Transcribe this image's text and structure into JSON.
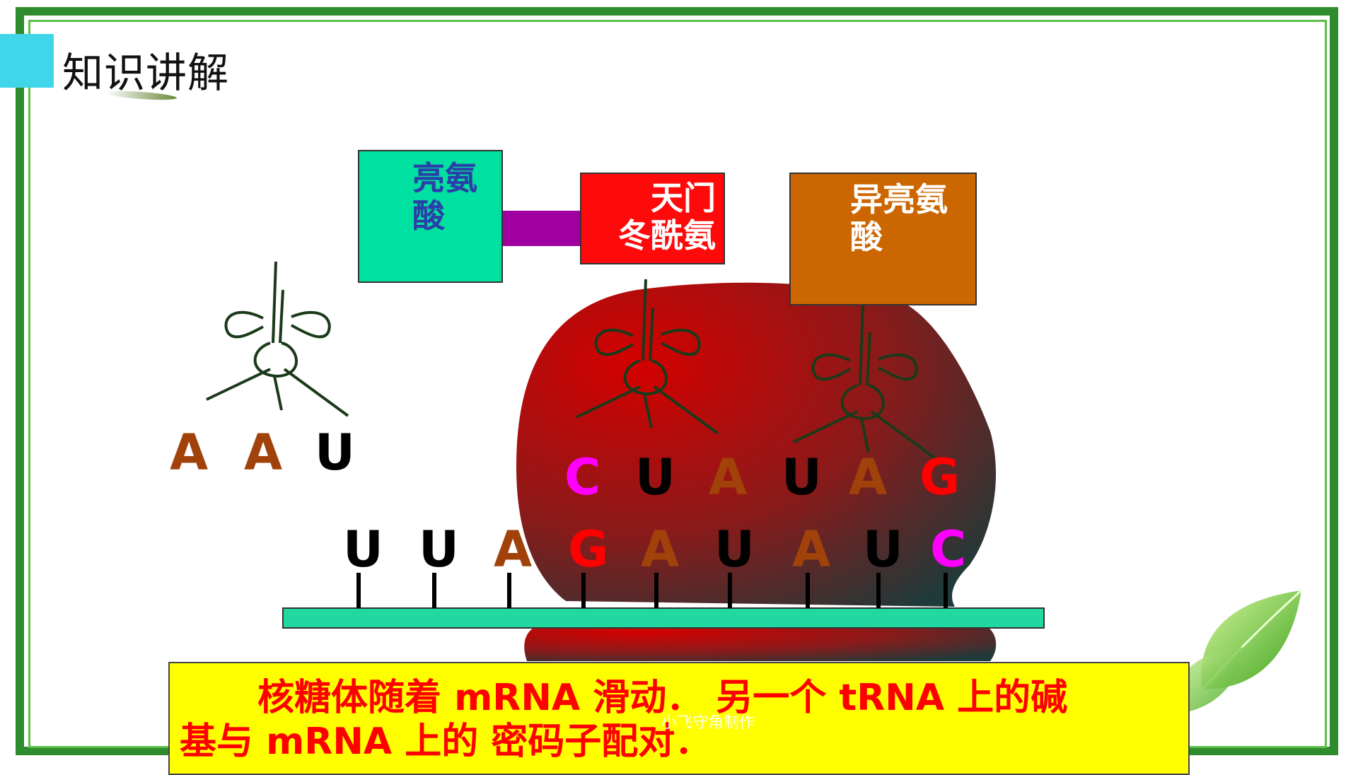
{
  "slide": {
    "title": "知识讲解",
    "amino_acids": {
      "leucine": "亮氨\n酸",
      "asparagine": "天门\n冬酰氨",
      "isoleucine": "异亮氨\n酸"
    },
    "free_trna_anticodon": [
      {
        "base": "A",
        "color": "#a0420a"
      },
      {
        "base": "A",
        "color": "#a0420a"
      },
      {
        "base": "U",
        "color": "#000000"
      }
    ],
    "bound_trna_1_anticodon": [
      {
        "base": "C",
        "color": "#ff00ff"
      },
      {
        "base": "U",
        "color": "#000000"
      },
      {
        "base": "A",
        "color": "#a0420a"
      }
    ],
    "bound_trna_2_anticodon": [
      {
        "base": "U",
        "color": "#000000"
      },
      {
        "base": "A",
        "color": "#a0420a"
      },
      {
        "base": "G",
        "color": "#ff0000"
      }
    ],
    "mrna_bases": [
      {
        "base": "U",
        "color": "#000000"
      },
      {
        "base": "U",
        "color": "#000000"
      },
      {
        "base": "A",
        "color": "#a0420a"
      },
      {
        "base": "G",
        "color": "#ff0000"
      },
      {
        "base": "A",
        "color": "#a0420a"
      },
      {
        "base": "U",
        "color": "#000000"
      },
      {
        "base": "A",
        "color": "#a0420a"
      },
      {
        "base": "U",
        "color": "#000000"
      },
      {
        "base": "C",
        "color": "#ff00ff"
      }
    ],
    "caption_line1": "核糖体随着 mRNA 滑动． 另一个 tRNA  上的碱",
    "caption_line2": "基与 mRNA 上的 密码子配对．",
    "watermark": "小飞守角制作",
    "colors": {
      "frame": "#2e8b2e",
      "title_accent": "#3fd6ea",
      "mrna_strand": "#20d8a0",
      "ribosome": "#c00000",
      "trna_stroke": "#1a3a1a"
    }
  }
}
